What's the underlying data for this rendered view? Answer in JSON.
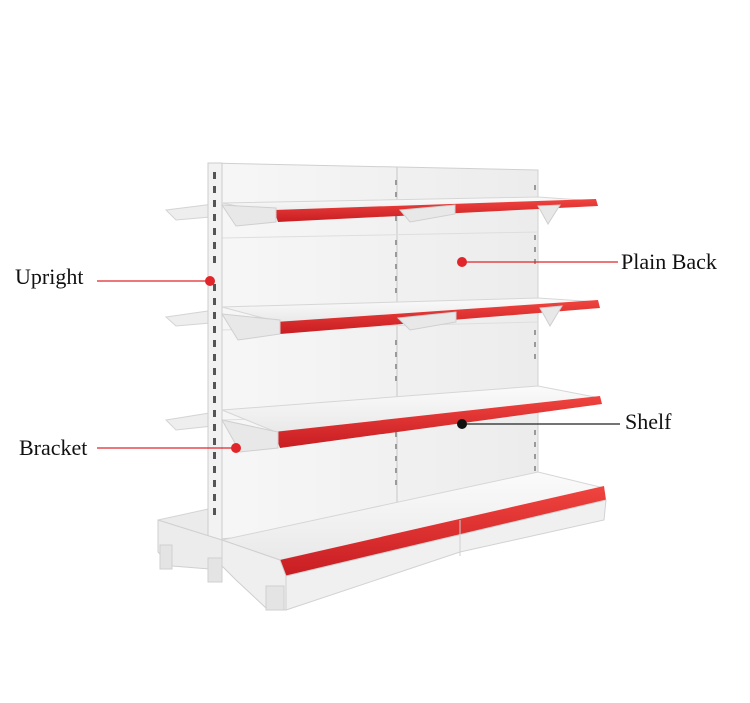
{
  "callouts": {
    "upright": {
      "label": "Upright",
      "marker_color": "#e0262b"
    },
    "bracket": {
      "label": "Bracket",
      "marker_color": "#e0262b"
    },
    "plain_back": {
      "label": "Plain Back",
      "marker_color": "#e0262b"
    },
    "shelf": {
      "label": "Shelf",
      "marker_color": "#111111"
    }
  },
  "colors": {
    "shelf_edge": "#e0262b",
    "metal": "#f4f4f4",
    "metal_shade": "#dcdcdc",
    "leader_line": "#e0262b",
    "shelf_leader_line": "#222222"
  }
}
